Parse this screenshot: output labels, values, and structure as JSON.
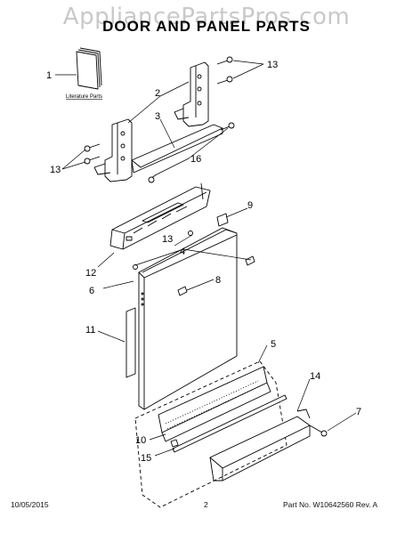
{
  "watermark": "AppliancePartsPros.com",
  "title": "DOOR AND PANEL PARTS",
  "literature_label": "Literature Parts",
  "callouts": {
    "c1": "1",
    "c2": "2",
    "c3": "3",
    "c4": "4",
    "c5": "5",
    "c6": "6",
    "c7": "7",
    "c8": "8",
    "c9": "9",
    "c10": "10",
    "c11": "11",
    "c12": "12",
    "c13a": "13",
    "c13b": "13",
    "c13c": "13",
    "c14": "14",
    "c15": "15",
    "c16": "16"
  },
  "footer": {
    "date": "10/05/2015",
    "page": "2",
    "part_number": "Part No. W10642560  Rev. A"
  }
}
